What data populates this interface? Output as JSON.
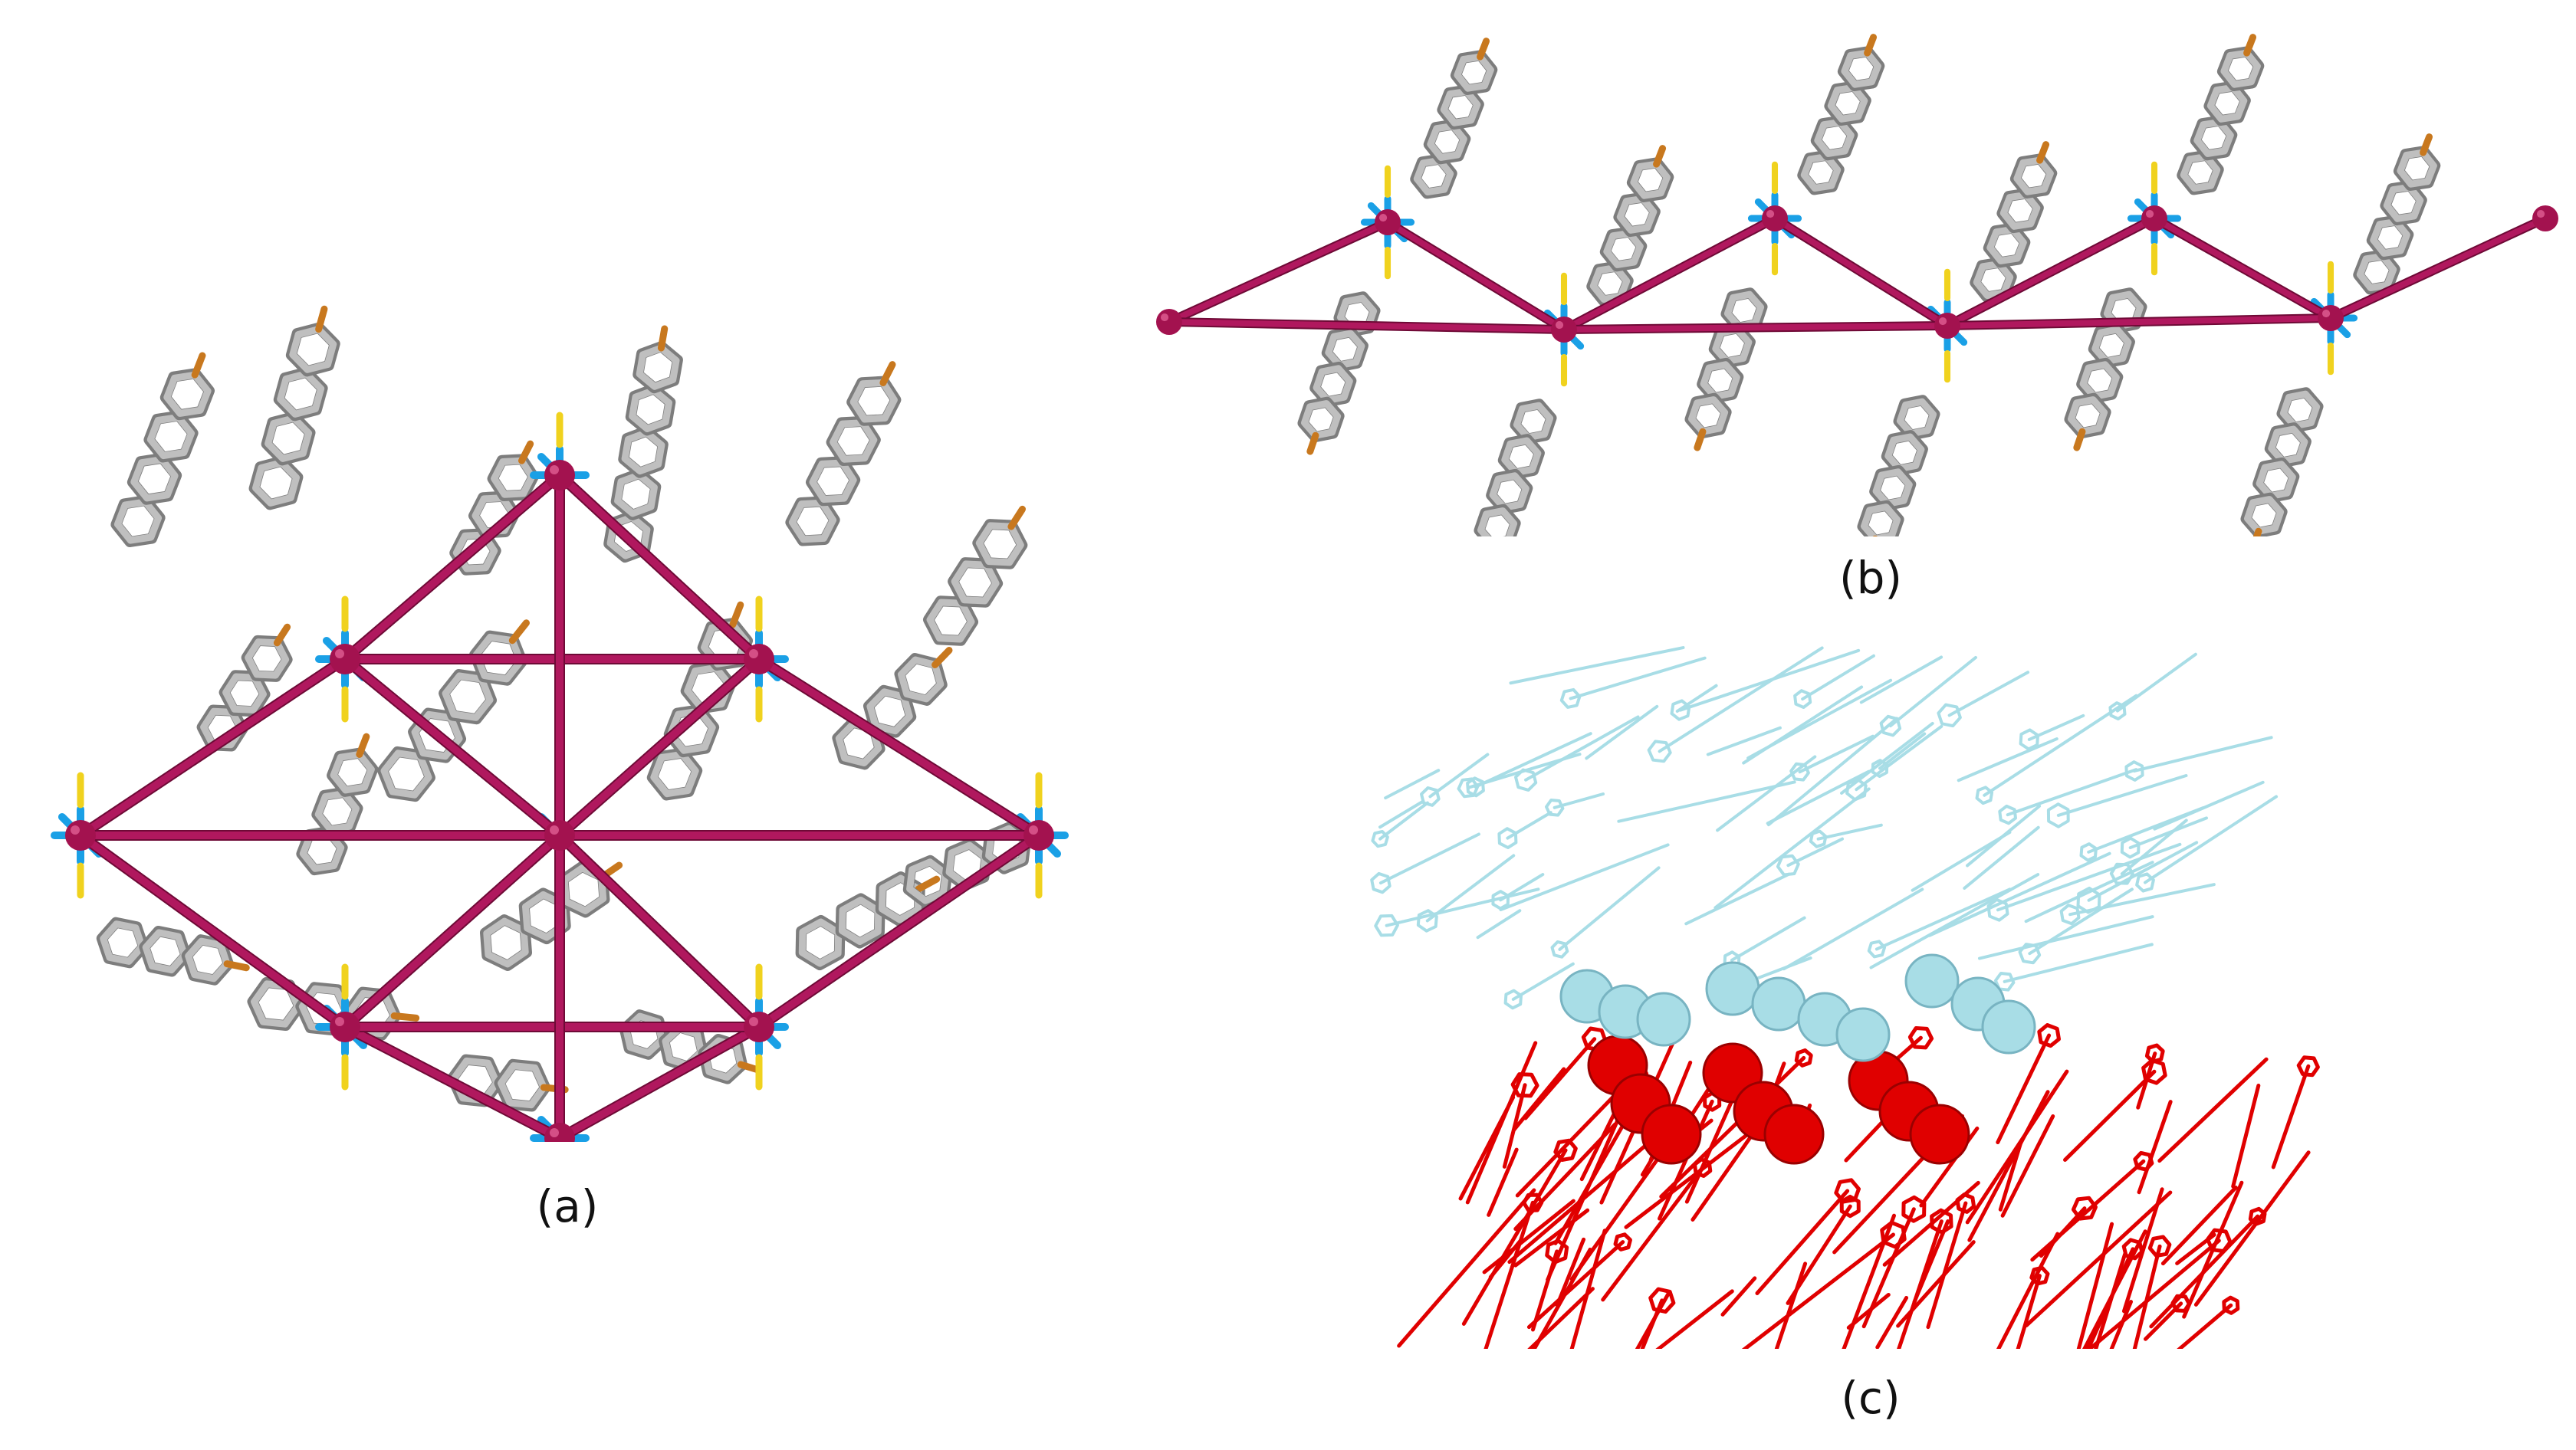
{
  "figure": {
    "panels": [
      {
        "id": "a",
        "label": "(a)"
      },
      {
        "id": "b",
        "label": "(b)"
      },
      {
        "id": "c",
        "label": "(c)"
      }
    ],
    "colors": {
      "metal_node": "#a3124f",
      "network_link": "#b0185e",
      "carbon_stick": "#bfbfbf",
      "carbon_edge": "#7d7d7d",
      "nitrogen": "#1aa0e6",
      "sulfur": "#f0d21e",
      "halogen": "#c8781e",
      "layer_top": "#a8dde6",
      "layer_bottom": "#e00000"
    }
  }
}
